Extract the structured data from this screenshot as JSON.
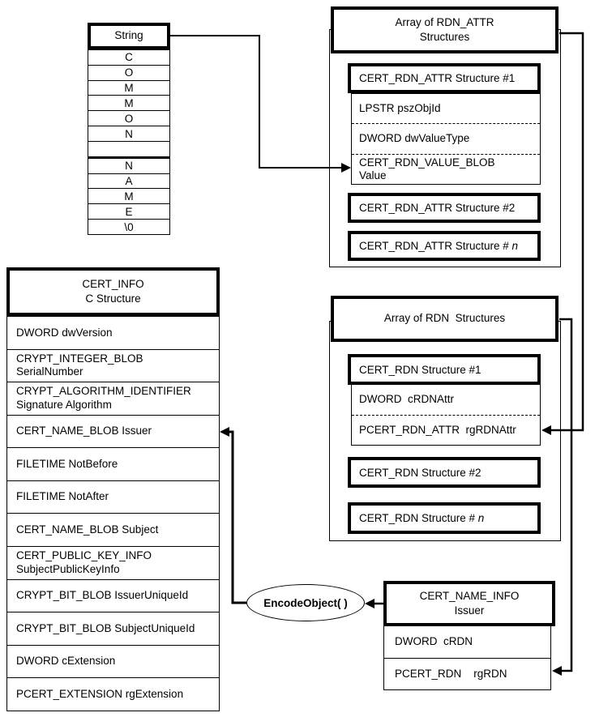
{
  "colors": {
    "line": "#000000",
    "background": "#ffffff"
  },
  "string_box": {
    "title": "String",
    "cells": [
      "C",
      "O",
      "M",
      "M",
      "O",
      "N",
      "",
      "N",
      "A",
      "M",
      "E",
      "\\0"
    ]
  },
  "rdn_attr_group": {
    "title": "Array of RDN_ATTR\nStructures",
    "struct1_title": "CERT_RDN_ATTR Structure #1",
    "fields": [
      "LPSTR pszObjId",
      "DWORD dwValueType",
      "CERT_RDN_VALUE_BLOB\nValue"
    ],
    "struct2_title": "CERT_RDN_ATTR Structure #2",
    "structn_prefix": "CERT_RDN_ATTR Structure # ",
    "structn_var": "n"
  },
  "rdn_group": {
    "title": "Array of RDN  Structures",
    "struct1_title": "CERT_RDN Structure #1",
    "fields": [
      "DWORD  cRDNAttr",
      "PCERT_RDN_ATTR  rgRDNAttr"
    ],
    "struct2_title": "CERT_RDN Structure #2",
    "structn_prefix": "CERT_RDN Structure # ",
    "structn_var": "n"
  },
  "cert_info": {
    "title": "CERT_INFO\nC Structure",
    "rows": [
      "DWORD dwVersion",
      "CRYPT_INTEGER_BLOB\nSerialNumber",
      "CRYPT_ALGORITHM_IDENTIFIER\nSignature Algorithm",
      "CERT_NAME_BLOB Issuer",
      "FILETIME NotBefore",
      "FILETIME NotAfter",
      "CERT_NAME_BLOB Subject",
      "CERT_PUBLIC_KEY_INFO\nSubjectPublicKeyInfo",
      "CRYPT_BIT_BLOB IssuerUniqueId",
      "CRYPT_BIT_BLOB SubjectUniqueId",
      "DWORD cExtension",
      "PCERT_EXTENSION rgExtension"
    ]
  },
  "encode_object": {
    "label": "EncodeObject( )"
  },
  "cert_name_info": {
    "title": "CERT_NAME_INFO\nIssuer",
    "rows": [
      "DWORD  cRDN",
      "PCERT_RDN    rgRDN"
    ]
  }
}
